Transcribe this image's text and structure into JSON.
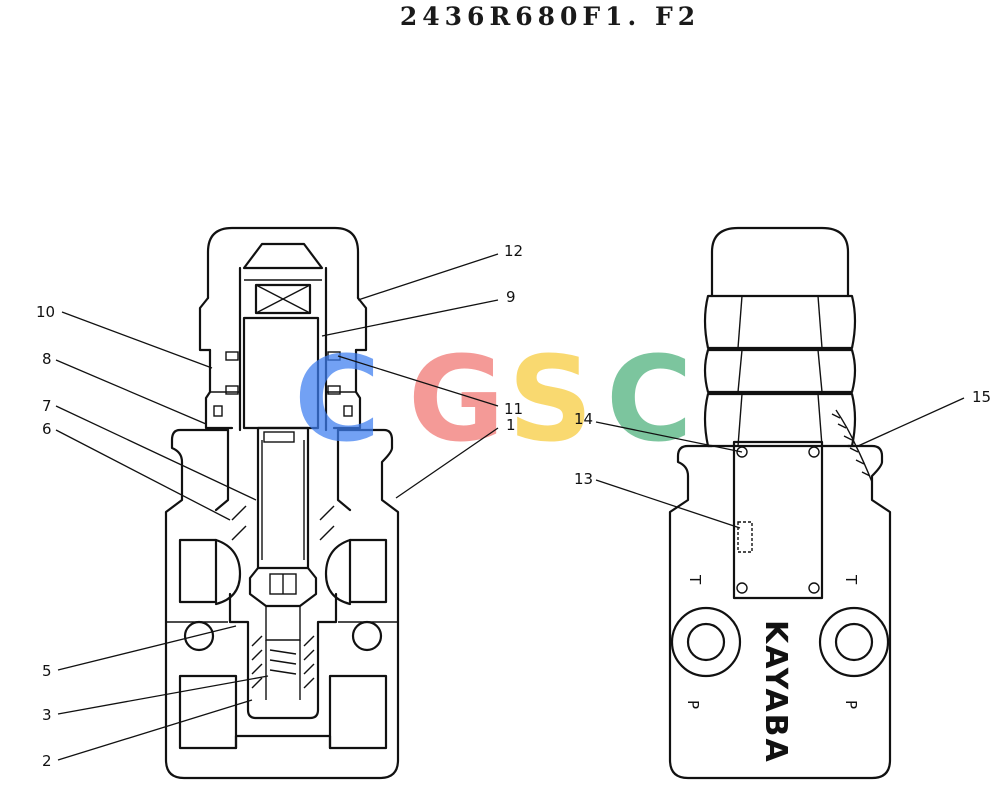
{
  "title": "2436R680F1. F2",
  "callouts": [
    "1",
    "2",
    "3",
    "5",
    "6",
    "7",
    "8",
    "9",
    "10",
    "11",
    "12",
    "13",
    "14",
    "15"
  ],
  "plate_text": "KAYABA",
  "port_labels": {
    "left_upper": "T",
    "right_upper": "T",
    "left_lower": "P",
    "right_lower": "P"
  },
  "watermark": {
    "letters": [
      "C",
      "G",
      "S",
      "C"
    ],
    "colors": [
      "#3d7ef0",
      "#f07470",
      "#f7cb3a",
      "#4bb07a"
    ]
  }
}
